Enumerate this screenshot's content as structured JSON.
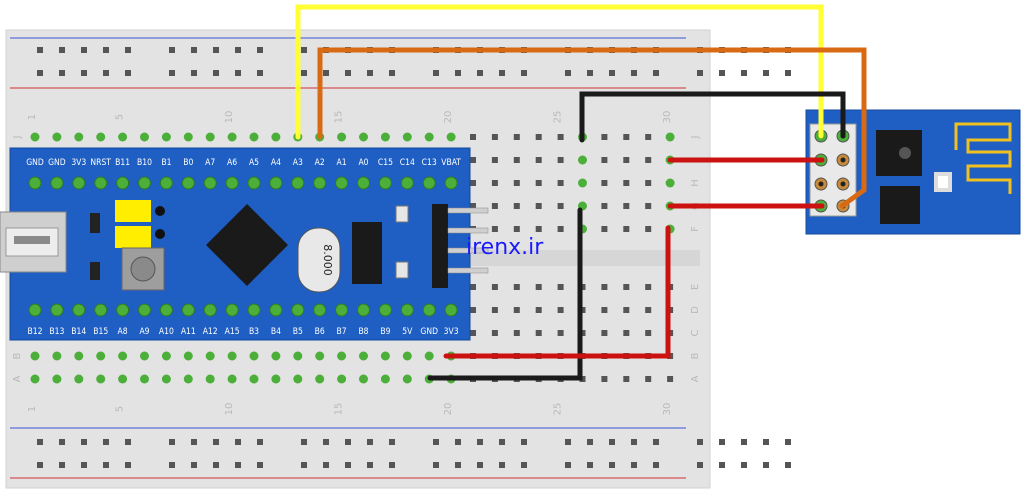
{
  "watermark": "irenx.ir",
  "breadboard": {
    "column_numbers": [
      "1",
      "5",
      "10",
      "15",
      "20",
      "25",
      "30"
    ],
    "row_letters_top": [
      "J",
      "I",
      "H",
      "G",
      "F"
    ],
    "row_letters_bottom": [
      "E",
      "D",
      "C",
      "B",
      "A"
    ]
  },
  "stm32": {
    "top_pins": [
      "GND",
      "GND",
      "3V3",
      "NRST",
      "B11",
      "B10",
      "B1",
      "B0",
      "A7",
      "A6",
      "A5",
      "A4",
      "A3",
      "A2",
      "A1",
      "A0",
      "C15",
      "C14",
      "C13",
      "VBAT"
    ],
    "bottom_pins": [
      "B12",
      "B13",
      "B14",
      "B15",
      "A8",
      "A9",
      "A10",
      "A11",
      "A12",
      "A15",
      "B3",
      "B4",
      "B5",
      "B6",
      "B7",
      "B8",
      "B9",
      "5V",
      "GND",
      "3V3"
    ],
    "crystal_label": "8.000"
  },
  "colors": {
    "board_blue": "#1f5fc4",
    "breadboard": "#e3e3e3",
    "hole_green": "#4caf3a",
    "wire_yellow": "#ffff33",
    "wire_orange": "#d96a14",
    "wire_black": "#1a1a1a",
    "wire_red": "#cc1111"
  }
}
